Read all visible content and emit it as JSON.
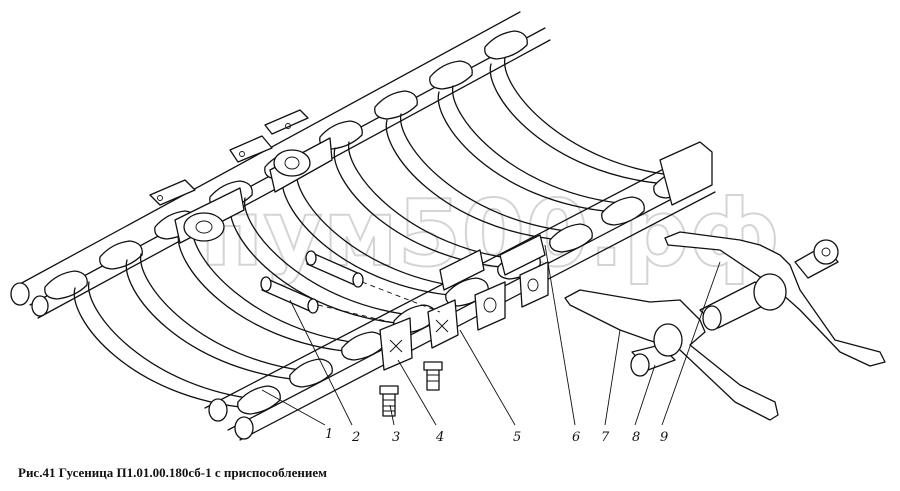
{
  "caption": "Рис.41  Гусеница П1.01.00.180сб-1 с приспособлением",
  "watermark": "пум500.рф",
  "callouts": [
    "1",
    "2",
    "3",
    "4",
    "5",
    "6",
    "7",
    "8",
    "9"
  ]
}
